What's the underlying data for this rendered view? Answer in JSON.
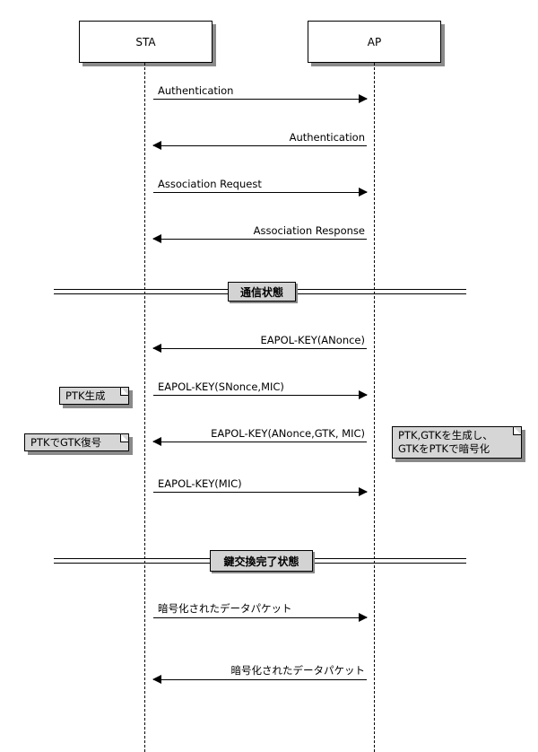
{
  "actors": [
    {
      "name": "STA"
    },
    {
      "name": "AP"
    }
  ],
  "messages": [
    {
      "label": "Authentication",
      "direction": "STA→AP"
    },
    {
      "label": "Authentication",
      "direction": "AP→STA"
    },
    {
      "label": "Association Request",
      "direction": "STA→AP"
    },
    {
      "label": "Association Response",
      "direction": "AP→STA"
    },
    {
      "label": "EAPOL-KEY(ANonce)",
      "direction": "AP→STA"
    },
    {
      "label": "EAPOL-KEY(SNonce,MIC)",
      "direction": "STA→AP"
    },
    {
      "label": "EAPOL-KEY(ANonce,GTK, MIC)",
      "direction": "AP→STA"
    },
    {
      "label": "EAPOL-KEY(MIC)",
      "direction": "STA→AP"
    },
    {
      "label": "暗号化されたデータパケット",
      "direction": "STA→AP"
    },
    {
      "label": "暗号化されたデータパケット",
      "direction": "AP→STA"
    }
  ],
  "states": [
    {
      "label": "通信状態"
    },
    {
      "label": "鍵交換完了状態"
    }
  ],
  "notes": [
    {
      "text": "PTK生成",
      "owner": "STA"
    },
    {
      "text": "PTKでGTK復号",
      "owner": "STA"
    },
    {
      "line1": "PTK,GTKを生成し、",
      "line2": "GTKをPTKで暗号化",
      "owner": "AP"
    }
  ]
}
